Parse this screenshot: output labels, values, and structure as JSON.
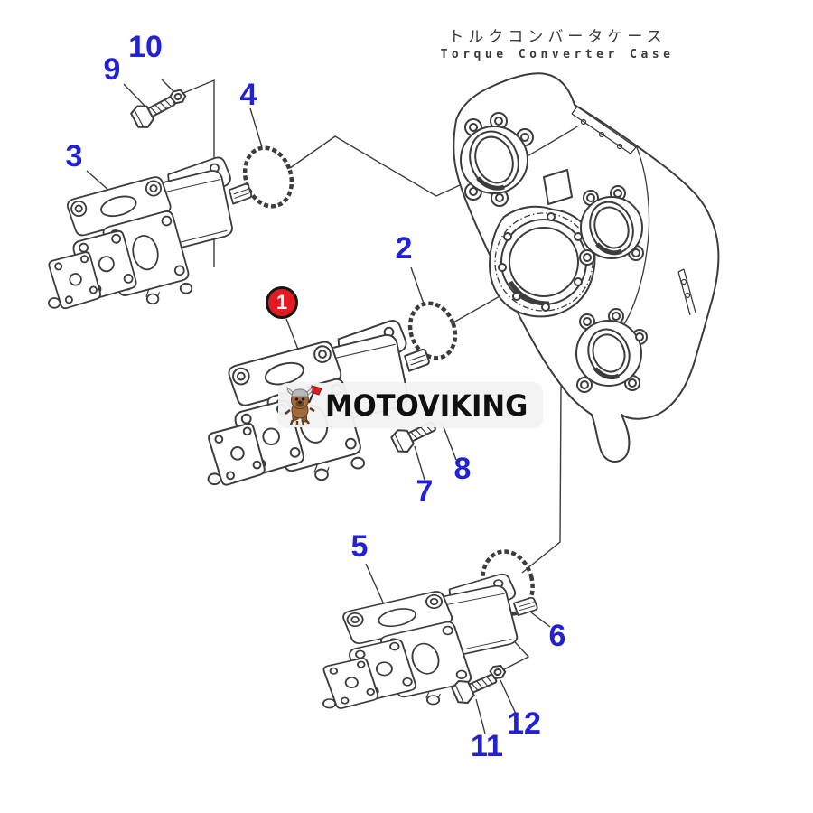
{
  "header": {
    "title_jp": "トルクコンバータケース",
    "title_en": "Torque Converter Case"
  },
  "watermark": {
    "brand": "MOTOVIKING"
  },
  "callouts": {
    "c1": "1",
    "c2": "2",
    "c3": "3",
    "c4": "4",
    "c5": "5",
    "c6": "6",
    "c7": "7",
    "c8": "8",
    "c9": "9",
    "c10": "10",
    "c11": "11",
    "c12": "12"
  },
  "colors": {
    "callout_blue": "#2222d4",
    "badge_red": "#e21b23",
    "line_art": "#3c3c3c",
    "watermark_bg": "#f2f2f2"
  }
}
